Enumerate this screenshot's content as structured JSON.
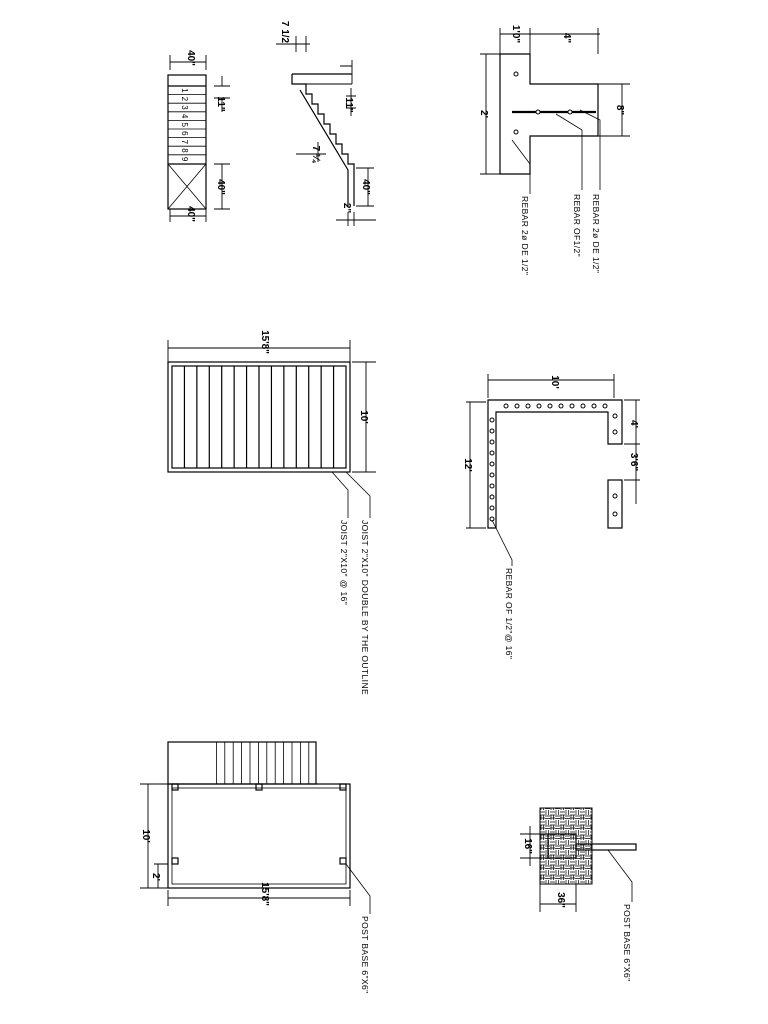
{
  "stair": {
    "plan": {
      "width_label": "40\"",
      "rise_label": "11\"",
      "landing_label": "40\"",
      "bottom_label": "40\"",
      "step_numbers": [
        "1",
        "2",
        "3",
        "4",
        "5",
        "6",
        "7",
        "8",
        "9"
      ]
    },
    "section": {
      "top_label": "7 1/2",
      "tread_label": "11\"",
      "riser_label": "7 ¼",
      "landing_label": "40\"",
      "slab_label": "2\""
    }
  },
  "beam": {
    "width_label": "1'0\"",
    "flange_label": "4\"",
    "height_label": "2'",
    "web_label": "8\"",
    "notes": [
      "REBAR 2ø DE 1/2\"",
      "REBAR OF1/2\"",
      "REBAR 2ø DE 1/2\""
    ]
  },
  "framing": {
    "length_label": "15'8\"",
    "width_label": "10'",
    "notes": [
      "JOIST 2\"X10\" DOUBLE BY THE OUTLINE",
      "JOIST 2\"X10\" @ 16\""
    ]
  },
  "slab": {
    "length_label": "10'",
    "side_label": "12'",
    "top_gap_label": "4'",
    "gap_label": "3'6\"",
    "note": "REBAR OF 1/2\"@ 16\""
  },
  "deck": {
    "width_label": "10'",
    "edge_label": "2'",
    "length_label": "15'8\"",
    "note": "POST BASE 6\"X6\""
  },
  "footing": {
    "depth_label": "16\"",
    "width_label": "36\"",
    "note": "POST BASE 6\"X6\""
  }
}
